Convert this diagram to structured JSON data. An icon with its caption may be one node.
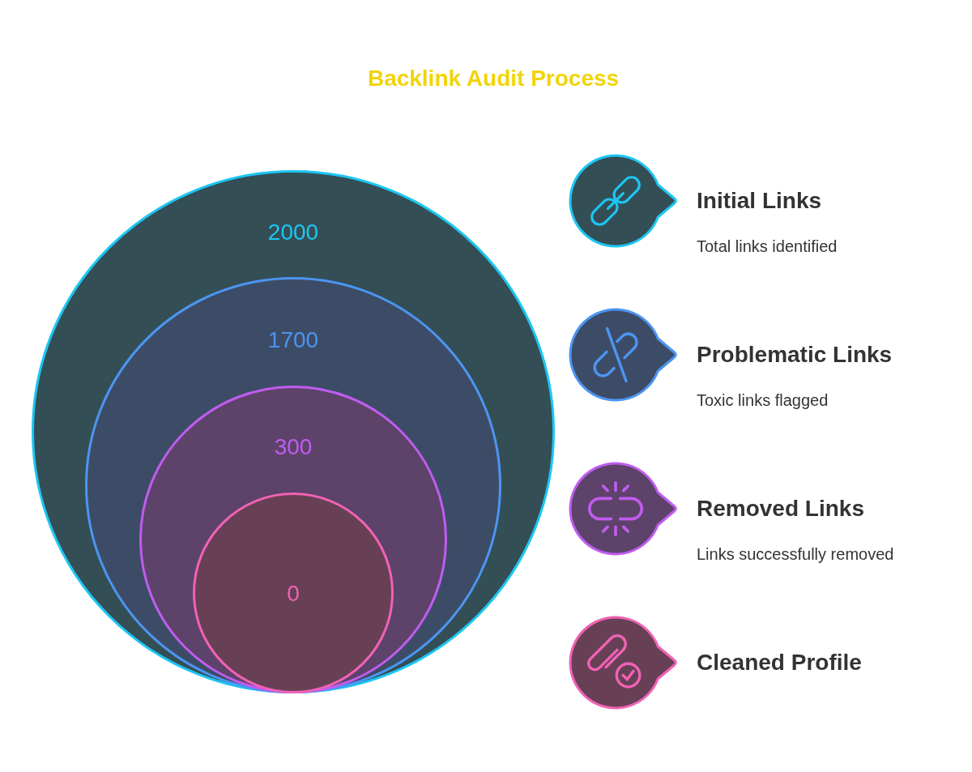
{
  "diagram": {
    "title": "Backlink Audit Process",
    "nodes": [
      {
        "text": [
          "2000"
        ]
      },
      {
        "text": [
          "1700"
        ],
        "in": 0
      },
      {
        "text": [
          "300"
        ],
        "in": 1
      },
      {
        "text": [
          "0"
        ],
        "in": 2
      },
      {
        "text": [],
        "shape": "picture",
        "beside": [
          "Initial Links",
          "Total links identified"
        ]
      },
      {
        "text": [],
        "shape": "picture",
        "beside": [
          "Problematic Links",
          "Toxic links flagged"
        ]
      },
      {
        "text": [],
        "shape": "picture",
        "beside": [
          "Removed Links",
          "Links successfully removed"
        ]
      },
      {
        "text": [],
        "shape": "picture",
        "beside": [
          "Cleaned Profile"
        ]
      }
    ]
  }
}
